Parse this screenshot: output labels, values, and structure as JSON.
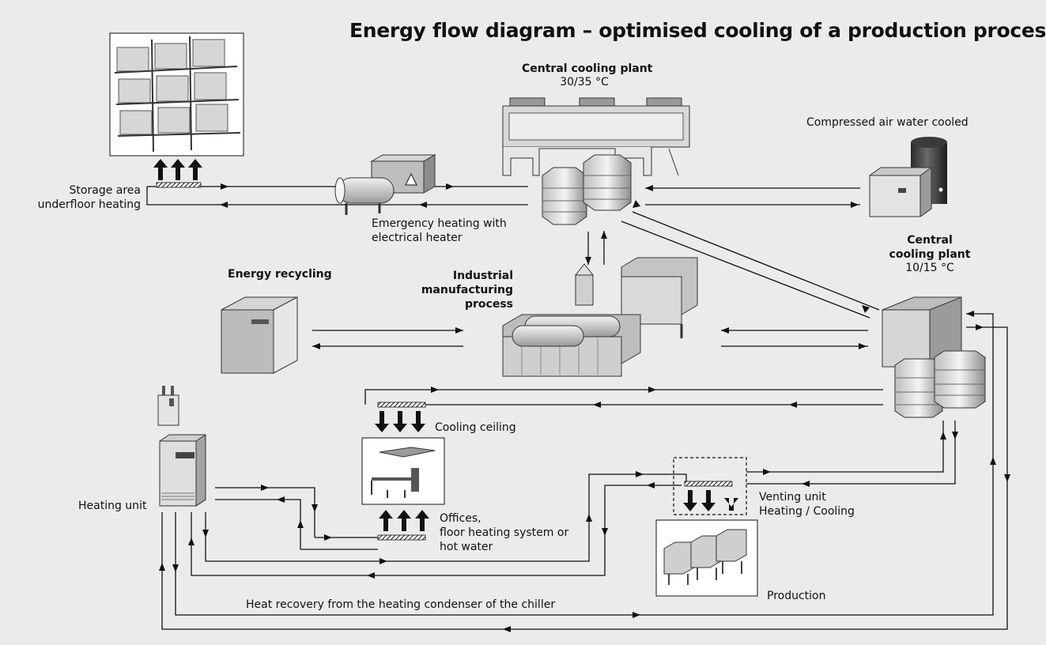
{
  "title": "Energy flow diagram – optimised cooling of a production process",
  "nodes": {
    "storage_area": [
      "Storage area",
      "underfloor heating"
    ],
    "central_cooling_plant_top": {
      "name": "Central cooling plant",
      "temp": "30/35 °C"
    },
    "compressed_air": "Compressed air water cooled",
    "emergency_heating": [
      "Emergency heating with",
      "electrical heater"
    ],
    "energy_recycling": "Energy recycling",
    "industrial_process": [
      "Industrial",
      "manufacturing",
      "process"
    ],
    "central_cooling_plant_right": {
      "name": [
        "Central",
        "cooling plant"
      ],
      "temp": "10/15 °C"
    },
    "cooling_ceiling": "Cooling ceiling",
    "heating_unit": "Heating unit",
    "offices": [
      "Offices,",
      "floor heating system or",
      "hot water"
    ],
    "venting_unit": [
      "Venting unit",
      "Heating / Cooling"
    ],
    "production": "Production",
    "heat_recovery": "Heat recovery from the heating condenser of the chiller"
  }
}
